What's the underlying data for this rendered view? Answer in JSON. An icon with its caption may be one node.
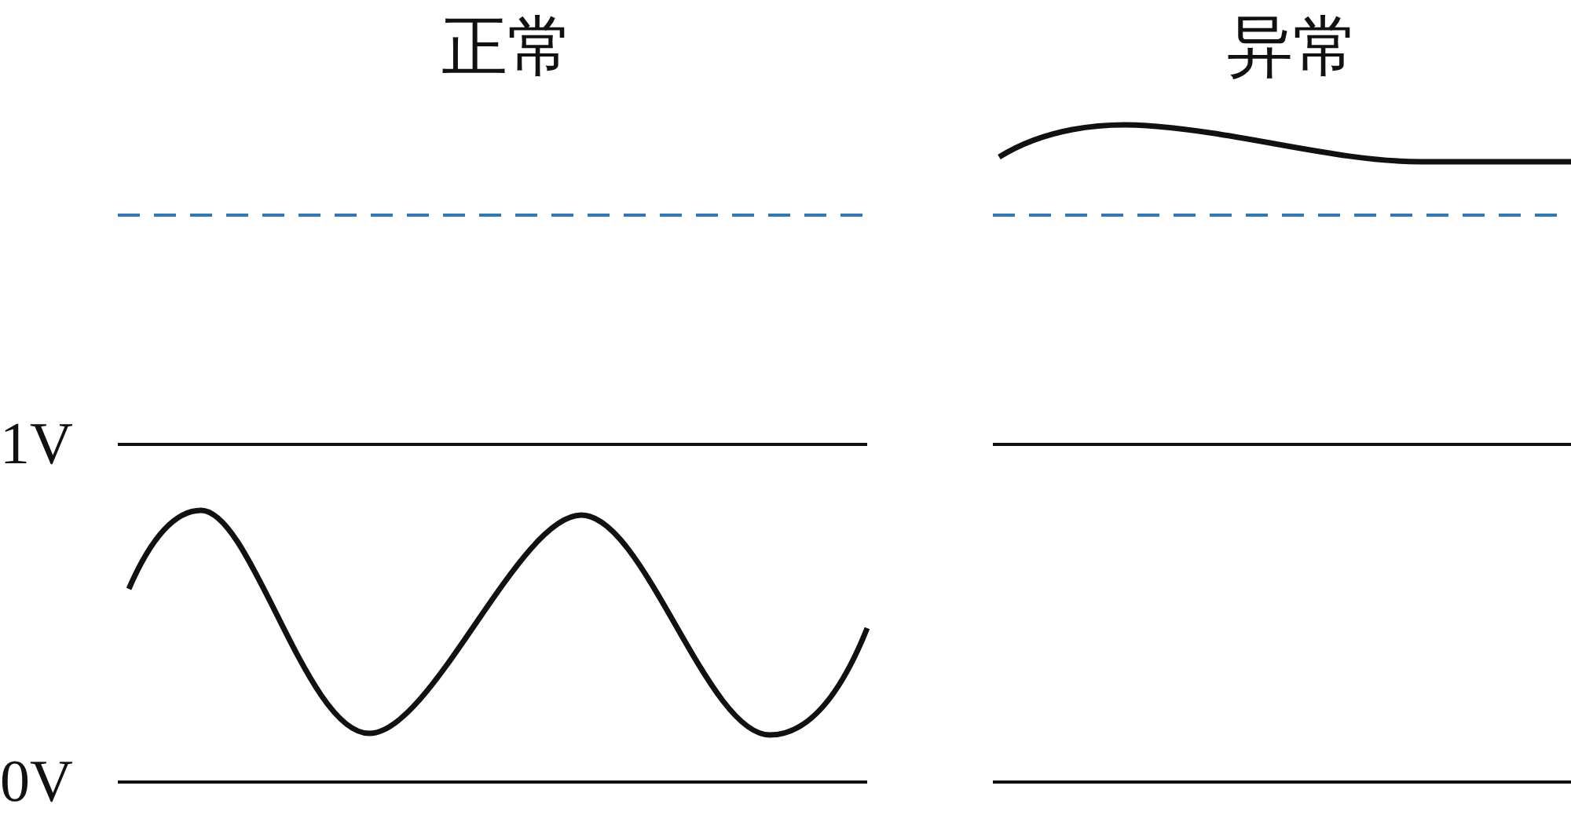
{
  "diagram": {
    "labels": [
      "正常",
      "异常",
      "1V",
      "0V"
    ]
  }
}
